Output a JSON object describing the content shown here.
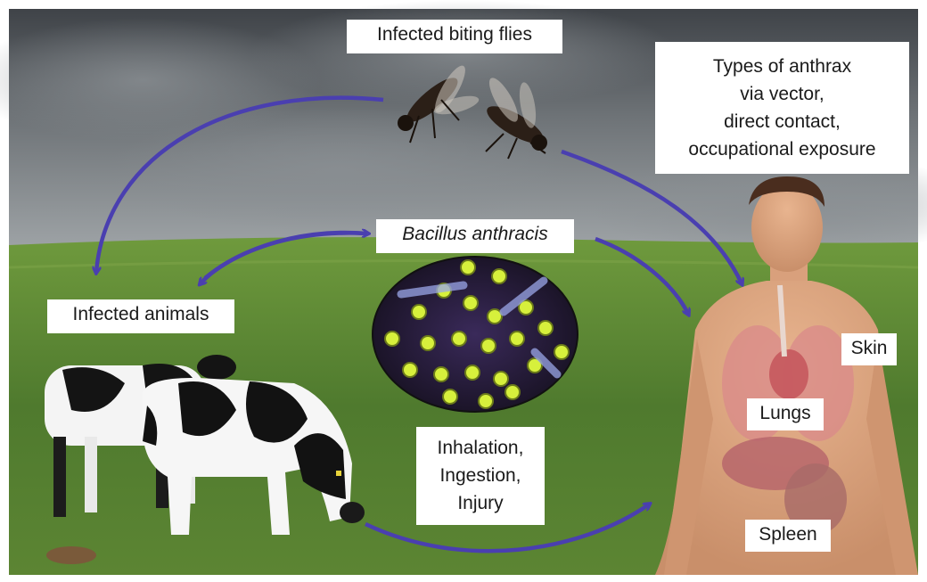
{
  "labels": {
    "flies": "Infected biting flies",
    "types": [
      "Types of anthrax",
      "via vector,",
      "direct contact,",
      "occupational exposure"
    ],
    "bacillus": "Bacillus anthracis",
    "animals": "Infected animals",
    "routes": [
      "Inhalation,",
      "Ingestion,",
      "Injury"
    ],
    "skin": "Skin",
    "lungs": "Lungs",
    "spleen": "Spleen"
  },
  "colors": {
    "arrow": "#4a3fb0",
    "sky": "#6f7478",
    "grass": "#4f7a2e",
    "spore": "#d7f03c"
  }
}
